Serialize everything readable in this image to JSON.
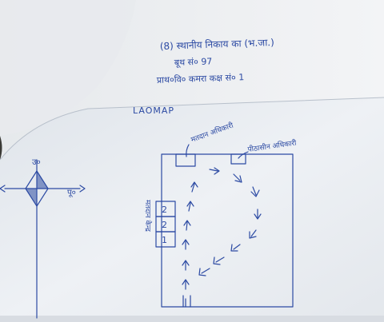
{
  "header": {
    "line1": "(8) स्थानीय निकाय का (भ.जा.)",
    "line2": "बूथ सं० 97",
    "line3": "प्राथ०वि० कमरा कक्ष सं० 1"
  },
  "map": {
    "title": "LAOMAP",
    "compass_north": "उ०",
    "compass_east": "पू०",
    "officer_label": "मतदान अधिकारी",
    "presiding_label": "पीठासीन अधिकारी",
    "side_label": "मतदान केन्द्र",
    "booth_numbers": [
      "2",
      "2",
      "1"
    ]
  },
  "colors": {
    "ink": "#2c4aa3",
    "paper": "#e9edf2",
    "shadow": "#2a2a28"
  }
}
